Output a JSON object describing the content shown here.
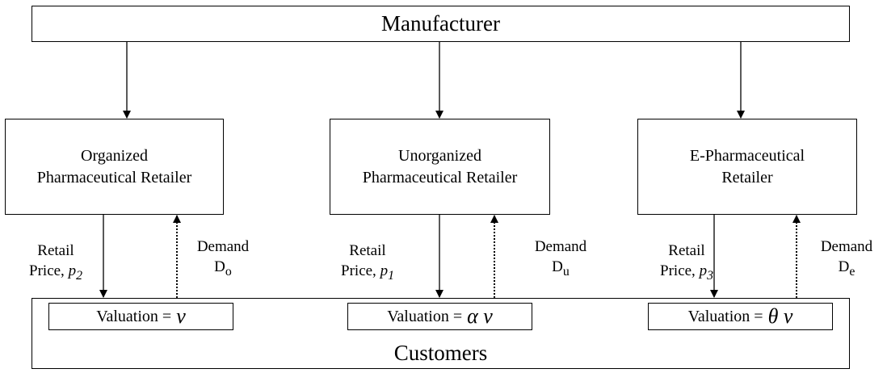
{
  "manufacturer": {
    "label": "Manufacturer"
  },
  "retailers": [
    {
      "line1": "Organized",
      "line2": "Pharmaceutical Retailer"
    },
    {
      "line1": "Unorganized",
      "line2": "Pharmaceutical Retailer"
    },
    {
      "line1": "E-Pharmaceutical",
      "line2": "Retailer"
    }
  ],
  "price_labels": [
    {
      "line1": "Retail",
      "line2_prefix": "Price, ",
      "symbol": "p",
      "subscript": "2"
    },
    {
      "line1": "Retail",
      "line2_prefix": "Price, ",
      "symbol": "p",
      "subscript": "1"
    },
    {
      "line1": "Retail",
      "line2_prefix": "Price, ",
      "symbol": "p",
      "subscript": "3"
    }
  ],
  "demand_labels": [
    {
      "line1": "Demand",
      "symbol": "D",
      "subscript": "o"
    },
    {
      "line1": "Demand",
      "symbol": "D",
      "subscript": "u"
    },
    {
      "line1": "Demand",
      "symbol": "D",
      "subscript": "e"
    }
  ],
  "valuations": [
    {
      "prefix": "Valuation =",
      "symbol": "v"
    },
    {
      "prefix": "Valuation =",
      "symbol": "α v"
    },
    {
      "prefix": "Valuation =",
      "symbol": "θ v"
    }
  ],
  "customers": {
    "label": "Customers"
  }
}
